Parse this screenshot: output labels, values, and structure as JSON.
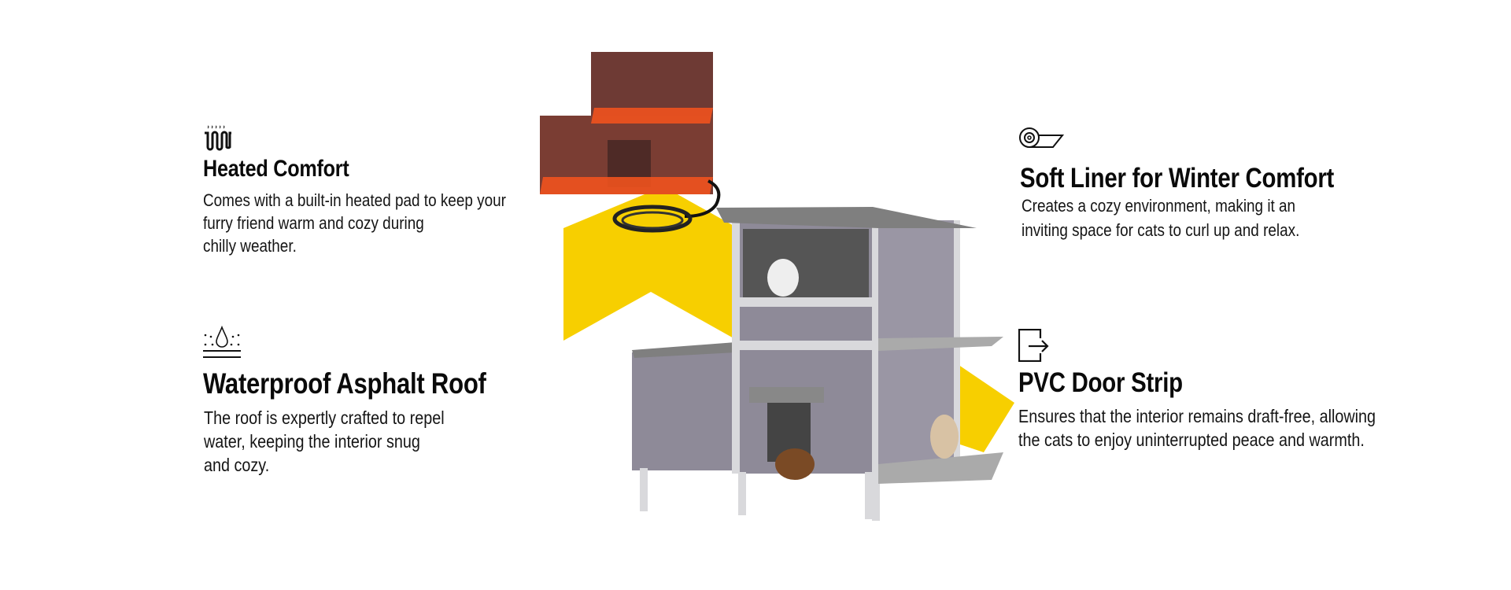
{
  "features": [
    {
      "id": "heated",
      "icon": "heating-coil-icon",
      "title": "Heated Comfort",
      "lines": [
        "Comes with a built-in heated pad to keep your",
        "furry friend warm and cozy during",
        "chilly weather."
      ]
    },
    {
      "id": "roof",
      "icon": "waterproof-roof-icon",
      "title": "Waterproof Asphalt Roof",
      "lines": [
        "The roof is expertly crafted to repel",
        "water, keeping the interior snug",
        "and cozy."
      ]
    },
    {
      "id": "liner",
      "icon": "rolled-mat-icon",
      "title": "Soft Liner for Winter Comfort",
      "lines": [
        "Creates a cozy environment, making it an",
        "inviting space for cats to curl up and relax."
      ]
    },
    {
      "id": "door",
      "icon": "door-exit-icon",
      "title": "PVC Door Strip",
      "lines": [
        "Ensures that the interior remains draft-free, allowing",
        "the cats to enjoy uninterrupted peace and warmth."
      ]
    }
  ],
  "colors": {
    "accent": "#f7cf00",
    "heat": "#e8501c",
    "house_panel": "#8e8a98",
    "house_frame": "#d9d9dc",
    "roof": "#7f7f7f"
  }
}
